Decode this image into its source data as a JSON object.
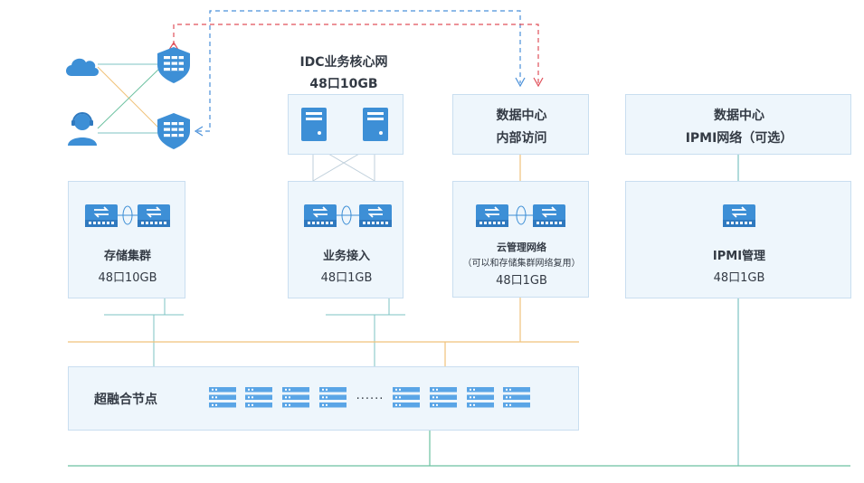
{
  "idc_core": {
    "title": "IDC业务核心网",
    "ports": "48口10GB"
  },
  "dc_internal": {
    "line1": "数据中心",
    "line2": "内部访问"
  },
  "dc_ipmi": {
    "line1": "数据中心",
    "line2": "IPMI网络（可选）"
  },
  "storage_cluster": {
    "label": "存储集群",
    "ports": "48口10GB"
  },
  "business_access": {
    "label": "业务接入",
    "ports": "48口1GB"
  },
  "cloud_mgmt": {
    "label": "云管理网络",
    "note": "（可以和存储集群网络复用）",
    "ports": "48口1GB"
  },
  "ipmi_mgmt": {
    "label": "IPMI管理",
    "ports": "48口1GB"
  },
  "hci": {
    "label": "超融合节点",
    "ellipsis": "......"
  },
  "icons": [
    "cloud-icon",
    "user-headset-icon",
    "firewall-icon",
    "server-icon",
    "switch-icon",
    "node-server-icon"
  ],
  "colors": {
    "accent_blue": "#3d8fd6",
    "box_fill": "#eef6fc",
    "box_border": "#c9def0",
    "line_teal": "#7cc3c3",
    "line_orange": "#f0c27a",
    "line_green": "#6cc1a0",
    "dash_blue": "#4a90d9",
    "dash_red": "#e0505a"
  }
}
